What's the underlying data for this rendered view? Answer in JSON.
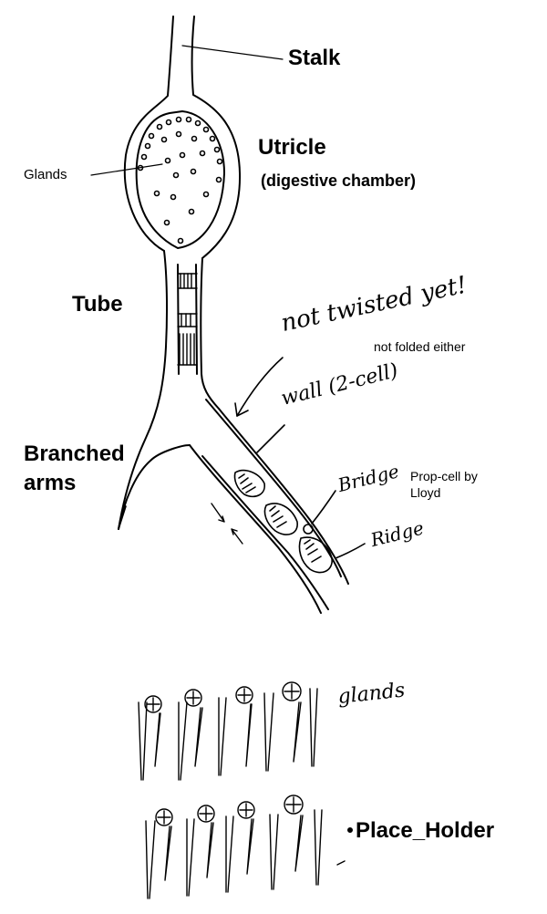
{
  "labels": {
    "stalk": "Stalk",
    "utricle": "Utricle",
    "digestive_chamber": "(digestive chamber)",
    "glands_top": "Glands",
    "tube": "Tube",
    "branched": "Branched",
    "arms": "arms",
    "not_folded": "not folded either",
    "prop_cell_1": "Prop-cell by",
    "prop_cell_2": "Lloyd",
    "place_holder": "Place_Holder"
  },
  "handwritten": {
    "not_twisted": "not twisted yet!",
    "wall": "wall (2-cell)",
    "bridge": "Bridge",
    "ridge": "Ridge",
    "glands_bottom": "glands"
  },
  "colors": {
    "ink": "#000000",
    "background": "#ffffff"
  }
}
